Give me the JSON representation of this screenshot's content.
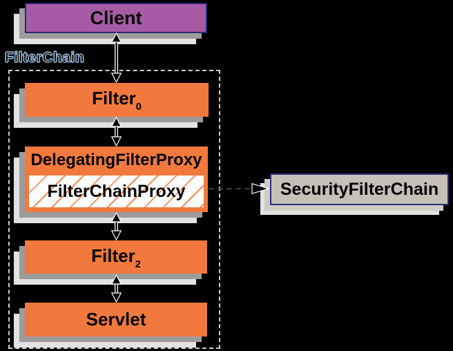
{
  "diagram": {
    "filter_chain_label": "FilterChain",
    "client": {
      "label": "Client"
    },
    "filter0": {
      "label": "Filter",
      "subscript": "0"
    },
    "delegating_filter_proxy": {
      "label": "DelegatingFilterProxy"
    },
    "filter_chain_proxy": {
      "label": "FilterChainProxy"
    },
    "filter2": {
      "label": "Filter",
      "subscript": "2"
    },
    "servlet": {
      "label": "Servlet"
    },
    "security_filter_chain": {
      "label": "SecurityFilterChain"
    },
    "colors": {
      "background": "#000000",
      "client_fill": "#A85BA5",
      "client_border": "#28287A",
      "orange_fill": "#F2793D",
      "security_fill": "#C5C1B6",
      "security_border": "#2B2E7A",
      "shadow_mid": "#9C9C9C",
      "shadow_light": "#E2E2E2",
      "dashed_border": "#CFCFCF",
      "label_outline": "#A9C6E8",
      "arrow": "#000000",
      "arrow_halo": "#FFFFFF",
      "text": "#000000"
    }
  }
}
